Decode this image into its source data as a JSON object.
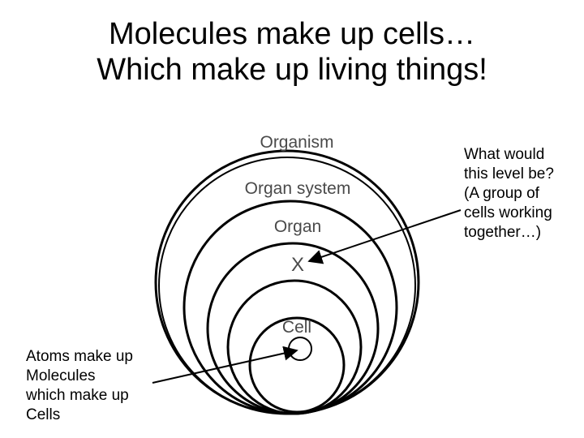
{
  "title": {
    "line1": "Molecules make up cells…",
    "line2": "Which make up living things!"
  },
  "diagram": {
    "levels": {
      "organism": "Organism",
      "organ_system": "Organ system",
      "organ": "Organ",
      "unknown": "X",
      "cell": "Cell"
    }
  },
  "notes": {
    "right": [
      "What would",
      "this level be?",
      "(A group of",
      "cells working",
      "together…)"
    ],
    "left": [
      "Atoms make up",
      "Molecules",
      "which make up",
      "Cells"
    ]
  }
}
